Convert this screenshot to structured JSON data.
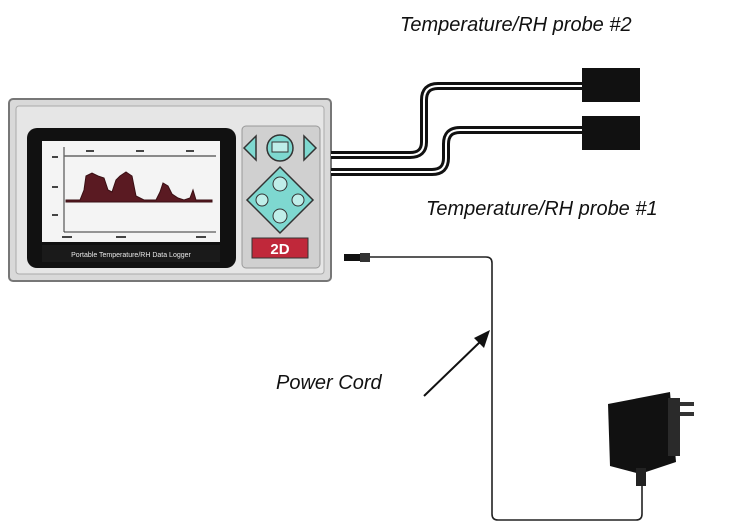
{
  "labels": {
    "probe2": "Temperature/RH probe #2",
    "probe1": "Temperature/RH probe #1",
    "power_cord": "Power Cord"
  },
  "device": {
    "screen_caption": "Portable Temperature/RH Data Logger",
    "logo": "2D",
    "colors": {
      "housing": "#dcdcdc",
      "bezel": "#111111",
      "screen": "#f4f4f4",
      "trace": "#5a1a22",
      "button": "#7ed8d0",
      "logo": "#c0283a",
      "cable": "#111111"
    }
  }
}
